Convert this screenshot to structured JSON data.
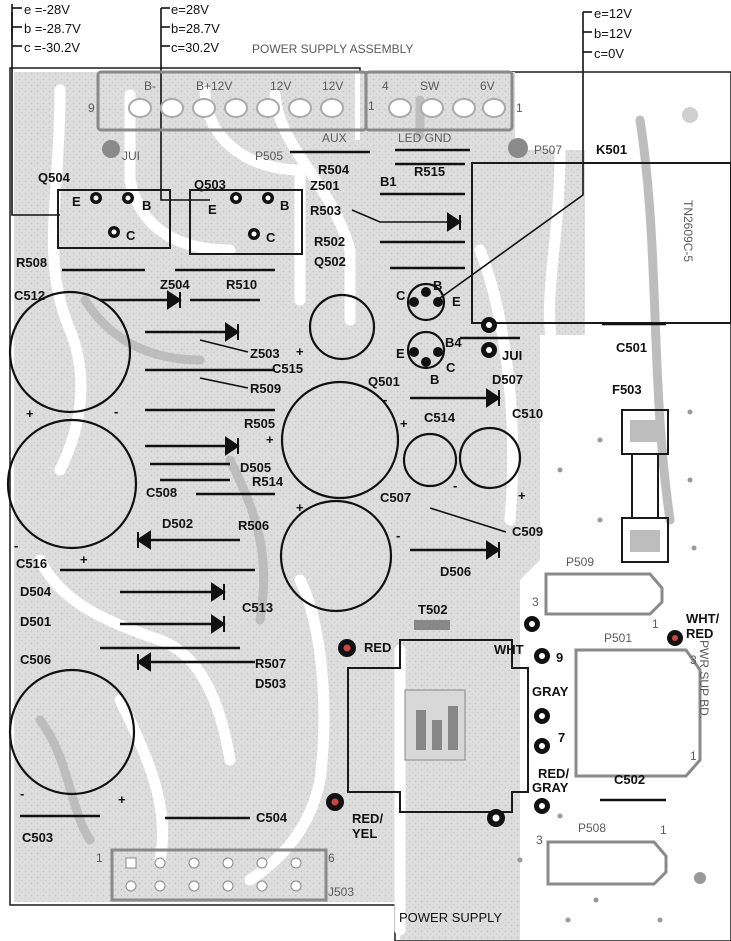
{
  "header": {
    "q504_voltages": [
      "e =-28V",
      "b =-28.7V",
      "c =-30.2V"
    ],
    "q503_voltages": [
      "e=28V",
      "b=28.7V",
      "c=30.2V"
    ],
    "q502_voltages": [
      "e=12V",
      "b=12V",
      "c=0V"
    ],
    "assembly_title": "POWER SUPPLY ASSEMBLY"
  },
  "connectors": {
    "top_strip": [
      "B-",
      "B+12V",
      "12V",
      "12V",
      "SW",
      "6V"
    ],
    "top_pin_left": "9",
    "top_pin_mid_a": "1",
    "top_pin_mid_b": "4",
    "top_pin_right": "1",
    "aux": "AUX",
    "led_gnd": "LED GND",
    "jui_top": "JUI",
    "p505": "P505",
    "p507": "P507",
    "k501": "K501",
    "k501_part": "TN2609C-5",
    "p509": "P509",
    "p509_pin3": "3",
    "p509_pin1": "1",
    "p501": "P501",
    "p501_pin3": "3",
    "p501_pin1": "1",
    "p508": "P508",
    "p508_pin3": "3",
    "p508_pin1": "1",
    "j503": "J503",
    "j503_pin1": "1",
    "j503_pin6": "6",
    "jui_mid": "JUI"
  },
  "components": {
    "q504": "Q504",
    "q503": "Q503",
    "q502": "Q502",
    "q501": "Q501",
    "pin_e": "E",
    "pin_b": "B",
    "pin_c": "C",
    "r504": "R504",
    "r515": "R515",
    "z501": "Z501",
    "b1": "B1",
    "r503": "R503",
    "r502": "R502",
    "r508": "R508",
    "r510": "R510",
    "z504": "Z504",
    "c512": "C512",
    "z503": "Z503",
    "c515": "C515",
    "r509": "R509",
    "r505": "R505",
    "d505": "D505",
    "c508": "C508",
    "r514": "R514",
    "d502": "D502",
    "r506": "R506",
    "c516": "C516",
    "d504": "D504",
    "d501": "D501",
    "r507": "R507",
    "d503": "D503",
    "c506": "C506",
    "c503": "C503",
    "c504": "C504",
    "c501": "C501",
    "f503": "F503",
    "d507": "D507",
    "c514": "C514",
    "c510": "C510",
    "c507": "C507",
    "c509": "C509",
    "d506": "D506",
    "c513": "C513",
    "t502": "T502",
    "c502": "C502",
    "b4": "B4"
  },
  "wires": {
    "red": "RED",
    "wht": "WHT",
    "gray": "GRAY",
    "red_gray_1": "RED/",
    "red_gray_2": "GRAY",
    "red_yel_1": "RED/",
    "red_yel_2": "YEL",
    "wht_red_1": "WHT/",
    "wht_red_2": "RED",
    "t_pin9": "9",
    "t_pin7": "7"
  },
  "footer": {
    "title": "POWER SUPPLY",
    "side_label": "PWR SUP BD."
  }
}
